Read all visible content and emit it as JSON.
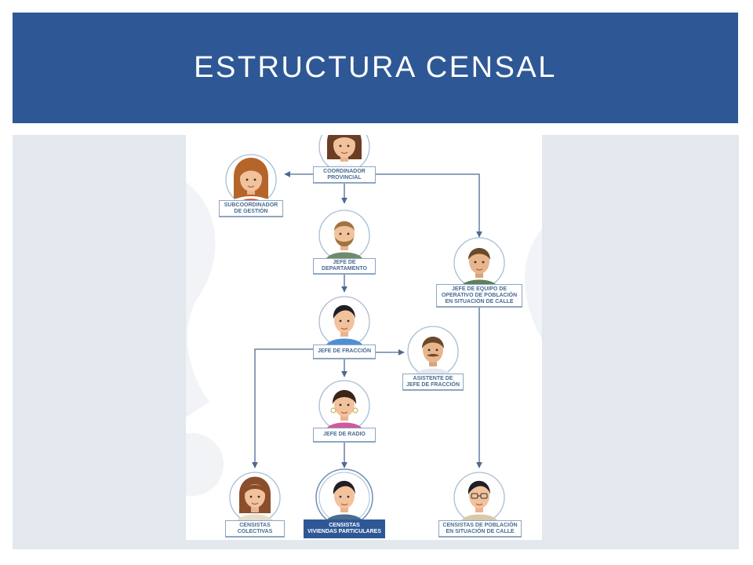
{
  "slide": {
    "title": "ESTRUCTURA CENSAL"
  },
  "nodes": {
    "coordinador": {
      "lines": [
        "COORDINADOR",
        "PROVINCIAL"
      ]
    },
    "subcoordinador": {
      "lines": [
        "SUBCOORDINADOR",
        "DE GESTIÓN"
      ]
    },
    "jefe_departamento": {
      "lines": [
        "JEFE DE",
        "DEPARTAMENTO"
      ]
    },
    "jefe_equipo": {
      "lines": [
        "JEFE DE EQUIPO DE",
        "OPERATIVO DE POBLACIÓN",
        "EN SITUACIÓN DE CALLE"
      ]
    },
    "jefe_fraccion": {
      "lines": [
        "JEFE DE FRACCIÓN"
      ]
    },
    "asistente": {
      "lines": [
        "ASISTENTE DE",
        "JEFE DE FRACCIÓN"
      ]
    },
    "jefe_radio": {
      "lines": [
        "JEFE DE RADIO"
      ]
    },
    "censistas_colectivas": {
      "lines": [
        "CENSISTAS",
        "COLECTIVAS"
      ]
    },
    "censistas_viviendas": {
      "lines": [
        "CENSISTAS",
        "VIVIENDAS PARTICULARES"
      ]
    },
    "censistas_calle": {
      "lines": [
        "CENSISTAS DE POBLACIÓN",
        "EN SITUACIÓN DE CALLE"
      ]
    }
  },
  "colors": {
    "title_bar": "#2e5895",
    "background_band": "#e3e8ef",
    "connector": "#4a6b92",
    "label_text": "#4a6b92",
    "highlight_label": "#2e5895"
  }
}
